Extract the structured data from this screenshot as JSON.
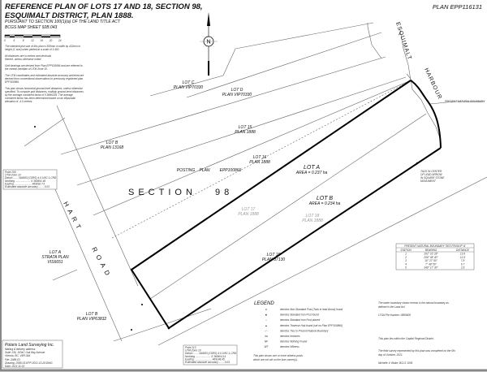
{
  "title": {
    "line1": "REFERENCE PLAN OF LOTS 17 AND 18, SECTION 98,",
    "line2": "ESQUIMALT DISTRICT, PLAN 1888.",
    "line3": "PURSUANT TO SECTION 100(1)(a) OF THE LAND TITLE ACT",
    "line4": "BCGS MAP SHEET 92B.043"
  },
  "plan_number": "PLAN EPP116131",
  "scale_ticks": [
    "0",
    "4",
    "8",
    "12",
    "16",
    "20",
    "24"
  ],
  "notes": [
    "The intended plot size of this plan is 559mm in width by 432mm in",
    "height (C size) when plotted at a scale of 1:400.",
    "All distances are in metres and decimals",
    "thereof, unless otherwise noted.",
    "Grid bearings are derived from Plan EPP100866 and are referred to",
    "the central meridian of UTM Zone 10.",
    "The UTM coordinates and estimated absolute accuracy achieved are",
    "derived from conventional observations to previously registered plan",
    "EPP100866.",
    "This plan shows horizontal ground-level distances, unless otherwise",
    "specified. To compute grid distances, multiply ground-level distances",
    "by the average combined factor of 0.9996165. The average",
    "combined factor has been determined based on an ellipsoidal",
    "elevation of -4.0 metres."
  ],
  "north": "N",
  "lots": {
    "lotC": [
      "LOT C",
      "PLAN VIP70330"
    ],
    "lotD": [
      "LOT D",
      "PLAN VIP70330"
    ],
    "lot15a": [
      "LOT 15",
      "PLAN 1888"
    ],
    "lotB13168": [
      "LOT B",
      "PLAN 13168"
    ],
    "lot16": [
      "LOT 16",
      "PLAN 1888"
    ],
    "posting": [
      "POSTING",
      "PLAN",
      "EPP100866"
    ],
    "section": "SECTION",
    "section_no": "98",
    "lotA": [
      "LOT A",
      "AREA = 0.237 ha"
    ],
    "lotB": [
      "LOT B",
      "AREA = 0.234 ha"
    ],
    "lot17": [
      "LOT 17",
      "PLAN 1888"
    ],
    "lot18": [
      "LOT 18",
      "PLAN 1888"
    ],
    "lot15b": [
      "LOT 15",
      "PLAN 37130"
    ],
    "strata": [
      "LOT A",
      "STRATA PLAN",
      "VIS6651"
    ],
    "lotB63832": [
      "LOT B",
      "PLAN VIP63832"
    ]
  },
  "roads": {
    "hart": "HART",
    "road": "ROAD",
    "esquimalt": "ESQUIMALT",
    "harbour": "HARBOUR"
  },
  "annotations": {
    "pnb": "PRESENT NATURAL BOUNDARY",
    "tack": [
      "TACK IN CENTER",
      "OF LEAD ARROW",
      "IN SQUARE STONE",
      "MONUMENT"
    ]
  },
  "utm_box1": [
    "Point 205",
    "UTM Zone 10",
    "Datum ....... NAD83 (CSRS) 4.0.0.BC.1.CRD",
    "Northing ..................... 5 360691.46",
    "Easting ........................ 469092.73",
    "Estimated absolute accuracy ....... 0.03"
  ],
  "utm_box2": [
    "Point 213",
    "UTM Zone 10",
    "Datum ....... NAD83 (CSRS) 4.0.0.BC.1.CRD",
    "Northing ..................... 5 360604.14",
    "Easting ........................ 469148.45",
    "Estimated absolute accuracy ....... 0.03"
  ],
  "firm": {
    "name": "Polaris Land Surveying Inc.",
    "l1": "Mailing & delivery address:",
    "l2": "Suite 136, 1634C Oak Bay Avenue",
    "l3": "Victoria, BC, V8R 0A4",
    "l4": "File: 2088-03",
    "l5": "Drawing: 2088-03-EPP-2021-10-28.DWG",
    "l6": "Date: 2021.11.02"
  },
  "table": {
    "title": "PRESENT NATURAL BOUNDARY TIES FROM IP 'A'",
    "headers": [
      "STATION",
      "BEARING",
      "DISTANCE"
    ],
    "rows": [
      [
        "1",
        "202° 16' 28\"",
        "13.6"
      ],
      [
        "2",
        "206° 58' 40\"",
        "12.5"
      ],
      [
        "3",
        "10° 27' 50\"",
        "7.8"
      ],
      [
        "4",
        "7° 48' 50\"",
        "6.7"
      ],
      [
        "5",
        "349° 17' 30\"",
        "2.8"
      ]
    ]
  },
  "legend": {
    "title": "LEGEND",
    "items": [
      [
        "●",
        "denotes Non-Standard Post (Tack in lead Arrow) found"
      ],
      [
        "■",
        "denotes Standard Iron Post found"
      ],
      [
        "○",
        "denotes Standard Iron Post placed"
      ],
      [
        "▲",
        "denotes Traverse Hub found (set on Plan EPP100866)"
      ],
      [
        "- ı -",
        "denotes Ties to Present Natural Boundary"
      ],
      [
        "ha",
        "denotes hectares"
      ],
      [
        "NF",
        "denotes Nothing Found"
      ],
      [
        "WT",
        "denotes Witness"
      ]
    ],
    "note1": "This plan shows one or more witness posts",
    "note2": "which are not set on the true corner(s)."
  },
  "right_notes": [
    "The water boundary shown hereon is the natural boundary as",
    "defined in the Land Act.",
    "LTSA File Number: 0889600",
    "This plan lies within the Capital Regional District.",
    "The field survey represented by this plan was completed on the 6th",
    "day of October, 2021.",
    "Michelle V. Blake, BCLS 1005"
  ]
}
